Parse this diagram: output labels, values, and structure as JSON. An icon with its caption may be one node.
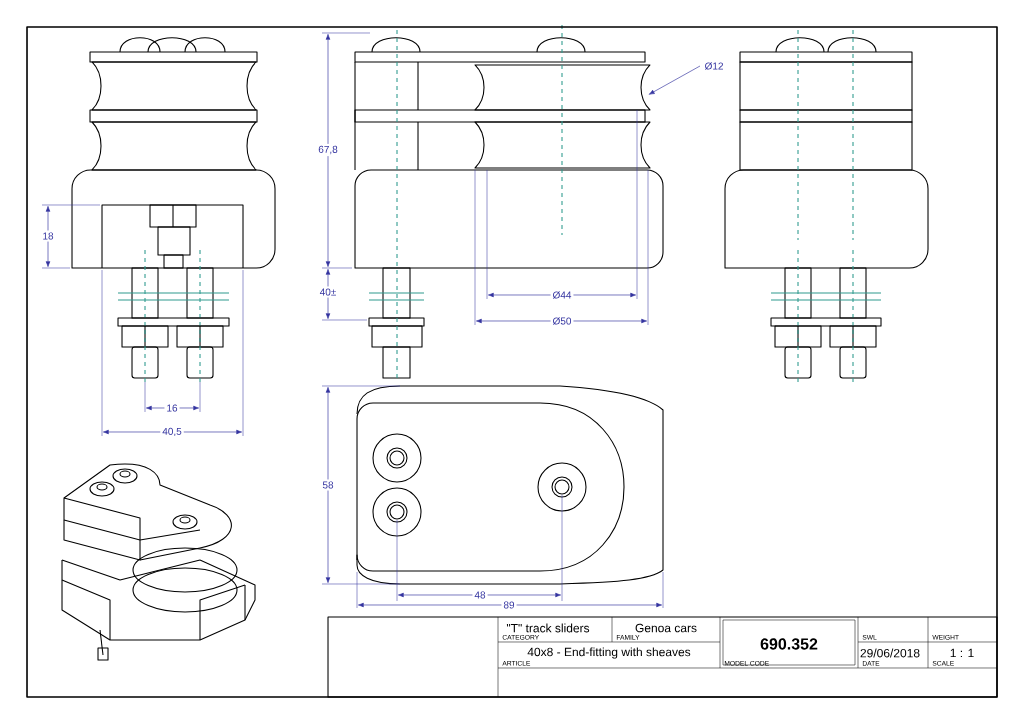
{
  "diagram": {
    "labels": [
      "18",
      "16",
      "40,5",
      "67,8",
      "40±",
      "Ø12",
      "Ø44",
      "Ø50",
      "58",
      "48",
      "89",
      "\"T\" track sliders",
      "CATEGORY",
      "Genoa cars",
      "FAMILY",
      "690.352",
      "MODEL CODE",
      "SWL",
      "WEIGHT",
      "40x8 - End-fitting with sheaves",
      "ARTICLE",
      "29/06/2018",
      "DATE",
      "1 : 1",
      "SCALE"
    ]
  }
}
